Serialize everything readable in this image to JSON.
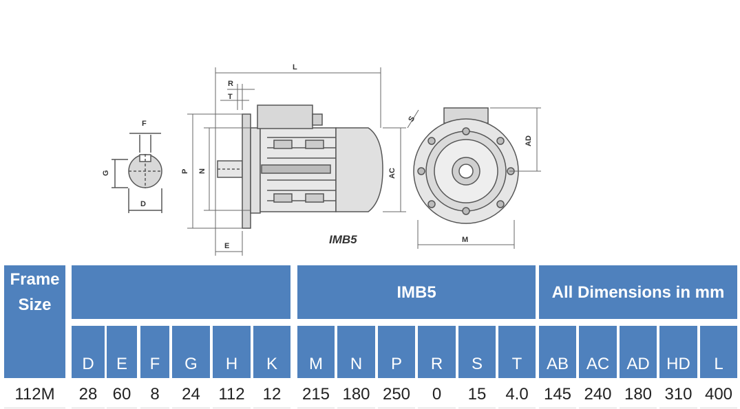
{
  "drawing": {
    "labels": {
      "L": "L",
      "R": "R",
      "T": "T",
      "F": "F",
      "G": "G",
      "D": "D",
      "P": "P",
      "N": "N",
      "E": "E",
      "AC": "AC",
      "S": "S",
      "AD": "AD",
      "M": "M"
    },
    "mount_label": "IMB5"
  },
  "table": {
    "frame_size_header": "Frame Size",
    "imb5_header": "IMB5",
    "dims_header": "All Dimensions in mm",
    "columns": [
      "D",
      "E",
      "F",
      "G",
      "H",
      "K",
      "M",
      "N",
      "P",
      "R",
      "S",
      "T",
      "AB",
      "AC",
      "AD",
      "HD",
      "L"
    ],
    "row": {
      "frame": "112M",
      "values": [
        "28",
        "60",
        "8",
        "24",
        "112",
        "12",
        "215",
        "180",
        "250",
        "0",
        "15",
        "4.0",
        "145",
        "240",
        "180",
        "310",
        "400"
      ]
    }
  }
}
